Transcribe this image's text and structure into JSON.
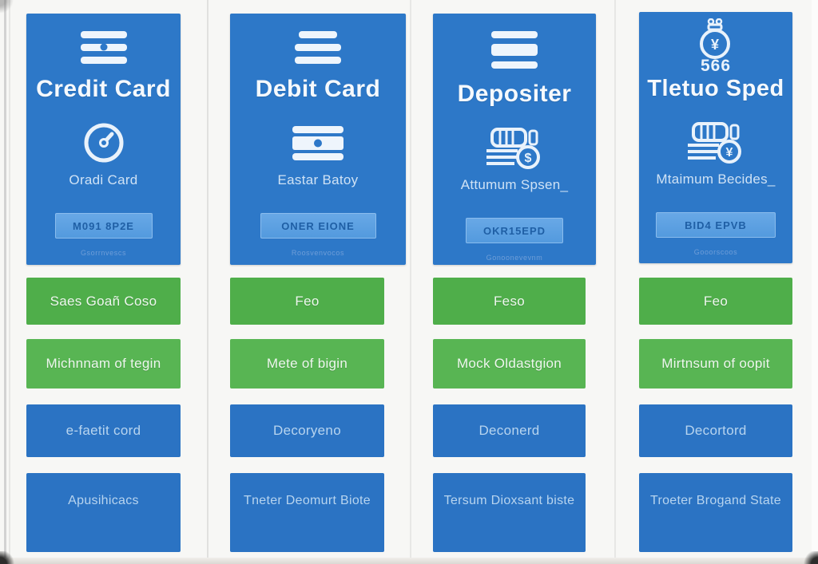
{
  "colors": {
    "card_blue": "#2d78c8",
    "row_blue": "#2b73c3",
    "green_dark": "#4fae4a",
    "green_light": "#58b553",
    "button_blue": "#5b9fe0",
    "background": "#f7f7f5"
  },
  "columns": [
    {
      "title": "Credit Card",
      "top_icon": "menu-icon",
      "mid_icon": "gauge-icon",
      "subtitle": "Oradi Card",
      "button_label": "M091 8P2E",
      "footnote": "Gsorrnvescs",
      "rows": [
        {
          "label": "Saes Goañ Coso"
        },
        {
          "label": "Michnnam of tegin"
        },
        {
          "label": "e-faetit cord"
        },
        {
          "label": "Apusihicacs"
        }
      ]
    },
    {
      "title": "Debit Card",
      "top_icon": "menu-icon",
      "mid_icon": "credit-card-icon",
      "subtitle": "Eastar Batoy",
      "button_label": "ONER EIONE",
      "footnote": "Roosvenvocos",
      "rows": [
        {
          "label": "Feo"
        },
        {
          "label": "Mete of bigin"
        },
        {
          "label": "Decoryeno"
        },
        {
          "label": "Tneter Deomurt Biote"
        }
      ]
    },
    {
      "title": "Depositer",
      "top_icon": "menu-icon",
      "mid_icon": "coins-icon",
      "coin_symbol": "$",
      "subtitle": "Attumum Spsen_",
      "button_label": "OKR15EPD",
      "footnote": "Gonoonevevnm",
      "rows": [
        {
          "label": "Feso"
        },
        {
          "label": "Mock Oldastgion"
        },
        {
          "label": "Deconerd"
        },
        {
          "label": "Tersum Dioxsant biste"
        }
      ]
    },
    {
      "title": "Tletuo Sped",
      "top_icon": "money-bag-icon",
      "badge": "566",
      "bag_symbol": "¥",
      "mid_icon": "coins-icon",
      "coin_symbol": "¥",
      "subtitle": "Mtaimum Becides_",
      "button_label": "BID4 EPVB",
      "footnote": "Gooorscoos",
      "rows": [
        {
          "label": "Feo"
        },
        {
          "label": "Mirtnsum of oopit"
        },
        {
          "label": "Decortord"
        },
        {
          "label": "Troeter Brogand State"
        }
      ]
    }
  ]
}
